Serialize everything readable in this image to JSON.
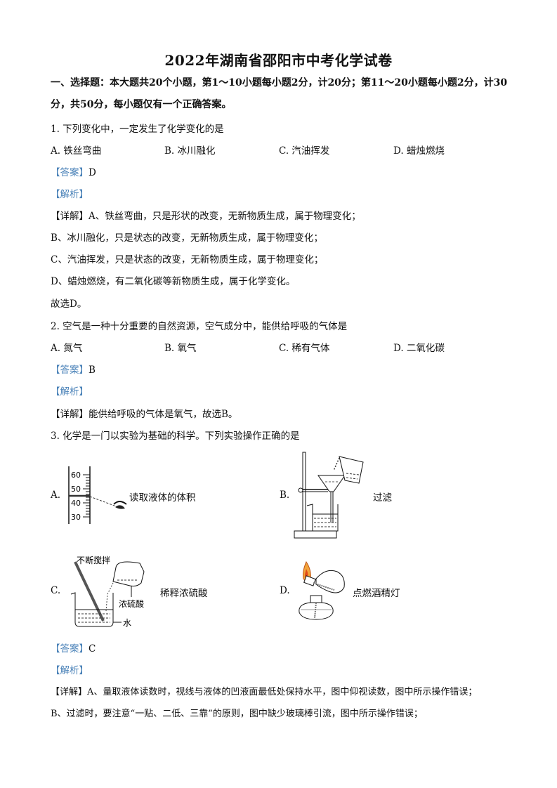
{
  "title": "2022年湖南省邵阳市中考化学试卷",
  "section": {
    "heading": "一、选择题：本大题共20个小题，第1～10小题每小题2分，计20分；第11～20小题每小题2分，计30分，共50分，每小题仅有一个正确答案。"
  },
  "labels": {
    "answer": "【答案】",
    "analysis": "【解析】",
    "detail": "【详解】"
  },
  "questions": [
    {
      "stem": "1. 下列变化中，一定发生了化学变化的是",
      "options": [
        "A. 铁丝弯曲",
        "B. 冰川融化",
        "C. 汽油挥发",
        "D. 蜡烛燃烧"
      ],
      "answer": "D",
      "detail_lines": [
        "A、铁丝弯曲，只是形状的改变，无新物质生成，属于物理变化；",
        "B、冰川融化，只是状态的改变，无新物质生成，属于物理变化；",
        "C、汽油挥发，只是状态的改变，无新物质生成，属于物理变化；",
        "D、蜡烛燃烧，有二氧化碳等新物质生成，属于化学变化。",
        "故选D。"
      ]
    },
    {
      "stem": "2. 空气是一种十分重要的自然资源，空气成分中，能供给呼吸的气体是",
      "options": [
        "A. 氮气",
        "B. 氧气",
        "C. 稀有气体",
        "D. 二氧化碳"
      ],
      "answer": "B",
      "detail_lines": [
        "能供给呼吸的气体是氧气，故选B。"
      ]
    },
    {
      "stem": "3. 化学是一门以实验为基础的科学。下列实验操作正确的是",
      "figure_options": [
        {
          "letter": "A.",
          "caption": "读取液体的体积",
          "scale": [
            "60",
            "50",
            "40",
            "30"
          ]
        },
        {
          "letter": "B.",
          "caption": "过滤"
        },
        {
          "letter": "C.",
          "caption": "稀释浓硫酸",
          "annotations": [
            "不断搅拌",
            "浓硫酸",
            "水"
          ]
        },
        {
          "letter": "D.",
          "caption": "点燃酒精灯"
        }
      ],
      "answer": "C",
      "detail_lines": [
        "A、量取液体读数时，视线与液体的凹液面最低处保持水平，图中仰视读数，图中所示操作错误；",
        "B、过滤时，要注意“一贴、二低、三靠”的原则，图中缺少玻璃棒引流，图中所示操作错误；"
      ]
    }
  ],
  "colors": {
    "tag_blue": "#4a82b8",
    "text": "#111111"
  }
}
